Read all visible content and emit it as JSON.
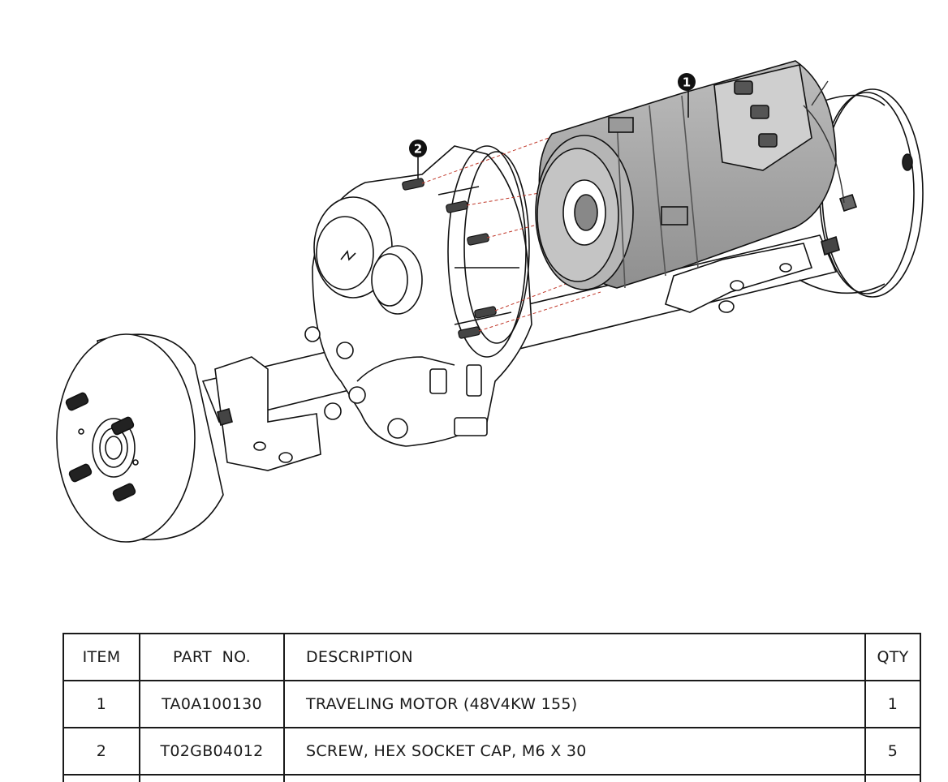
{
  "callouts": [
    "1",
    "2"
  ],
  "table": {
    "headers": {
      "item": "ITEM",
      "part_no": "PART  NO.",
      "description": "DESCRIPTION",
      "qty": "QTY"
    },
    "rows": [
      {
        "item": "1",
        "part_no": "TA0A100130",
        "description": "TRAVELING MOTOR (48V4KW 155)",
        "qty": "1"
      },
      {
        "item": "2",
        "part_no": "T02GB04012",
        "description": "SCREW, HEX SOCKET CAP, M6 X 30",
        "qty": "5"
      }
    ]
  }
}
